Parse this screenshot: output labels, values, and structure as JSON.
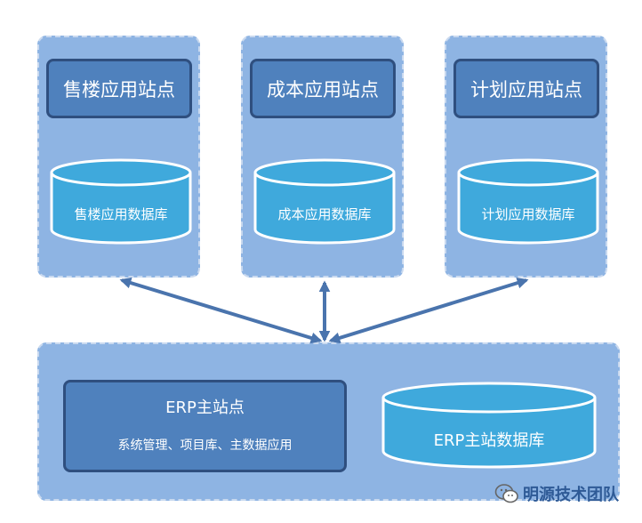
{
  "sites": [
    {
      "site_label": "售楼应用站点",
      "db_label": "售楼应用数据库"
    },
    {
      "site_label": "成本应用站点",
      "db_label": "成本应用数据库"
    },
    {
      "site_label": "计划应用站点",
      "db_label": "计划应用数据库"
    }
  ],
  "main": {
    "site_title": "ERP主站点",
    "site_subtitle": "系统管理、项目库、主数据应用",
    "db_label": "ERP主站数据库"
  },
  "watermark": {
    "text": "明源技术团队",
    "icon": "wechat-icon"
  },
  "colors": {
    "panel": "#8eb4e3",
    "site_box": "#4f81bd",
    "site_border": "#2f4f7f",
    "database": "#3fa9dc",
    "arrow": "#4a74ad"
  }
}
